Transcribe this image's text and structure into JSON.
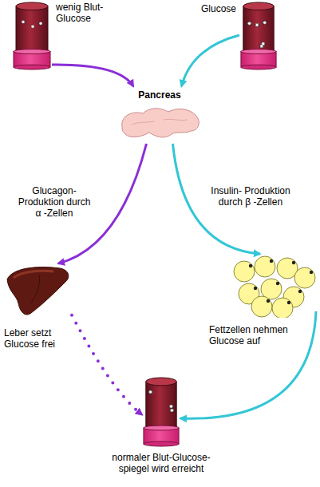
{
  "diagram": {
    "nodes": [
      {
        "text": [
          "wenig Blut- Glucose"
        ]
      },
      {
        "text": [
          "Glucose"
        ]
      },
      {
        "text": [
          "Pancreas"
        ]
      },
      {
        "text": [
          "Leber setzt Glucose frei"
        ]
      },
      {
        "text": [
          "Fettzellen nehmen Glucose auf"
        ]
      },
      {
        "text": [
          "normaler Blut-Glucose- spiegel wird erreicht"
        ]
      }
    ],
    "edges": [
      {
        "from": 0,
        "to": 2,
        "arrow": "to"
      },
      {
        "from": 1,
        "to": 2,
        "arrow": "to"
      },
      {
        "from": 2,
        "to": 3,
        "label": "Glucagon- Produktion durch α -Zellen",
        "arrow": "to"
      },
      {
        "from": 2,
        "to": 4,
        "label": "Insulin- Produktion durch β -Zellen",
        "arrow": "to"
      },
      {
        "from": 3,
        "to": 5,
        "arrow": "to"
      },
      {
        "from": 4,
        "to": 5,
        "arrow": "to"
      }
    ]
  }
}
